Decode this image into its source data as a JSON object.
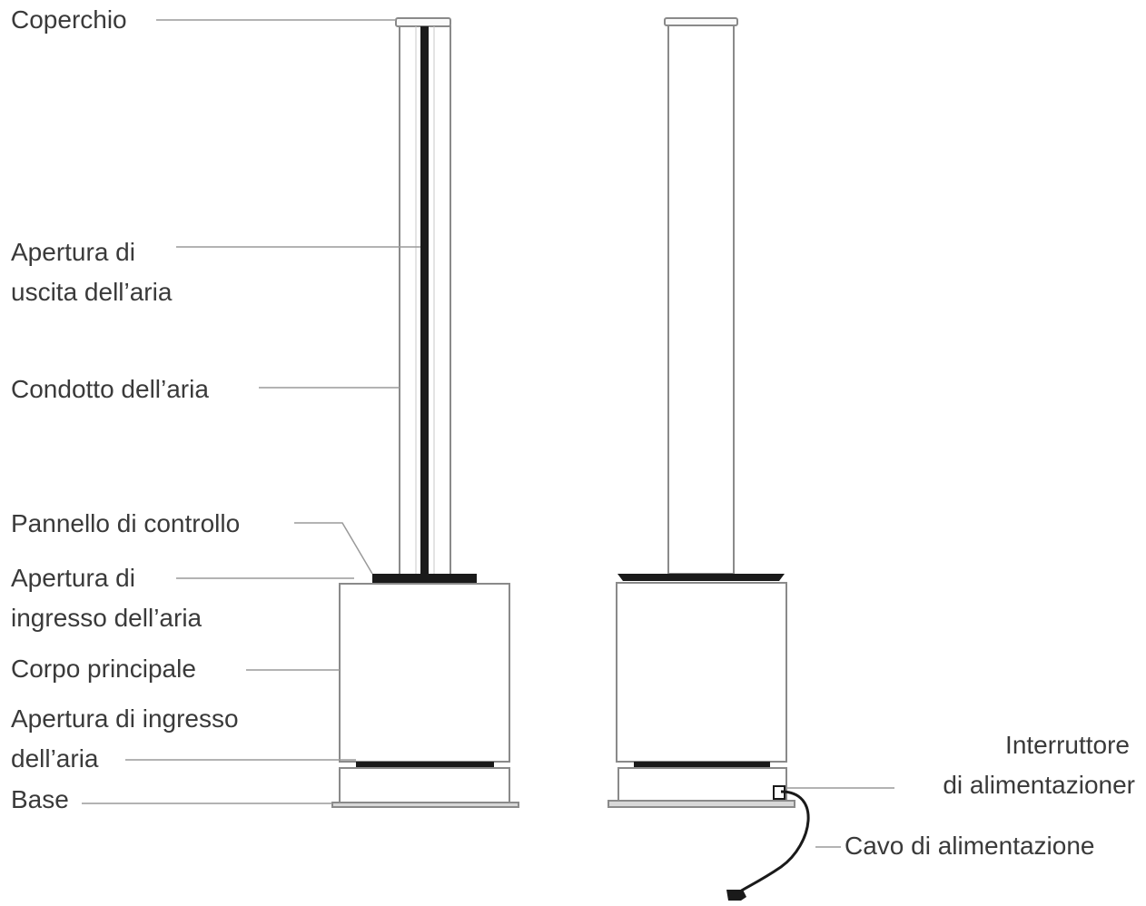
{
  "labels": {
    "lid": "Coperchio",
    "air_outlet_line1": "Apertura di",
    "air_outlet_line2": "uscita dell’aria",
    "air_duct": "Condotto dell’aria",
    "control_panel": "Pannello di controllo",
    "air_inlet_top_line1": "Apertura di",
    "air_inlet_top_line2": "ingresso dell’aria",
    "main_body": "Corpo principale",
    "air_inlet_bottom_line1": "Apertura di ingresso",
    "air_inlet_bottom_line2": "dell’aria",
    "base": "Base",
    "power_switch_line1": "Interruttore",
    "power_switch_line2": "di alimentazioner",
    "power_cable": "Cavo di alimentazione"
  },
  "colors": {
    "outline": "#8a8a8a",
    "leader": "#9a9a9a",
    "dark_band": "#1a1a1a",
    "text": "#3a3a3a"
  }
}
